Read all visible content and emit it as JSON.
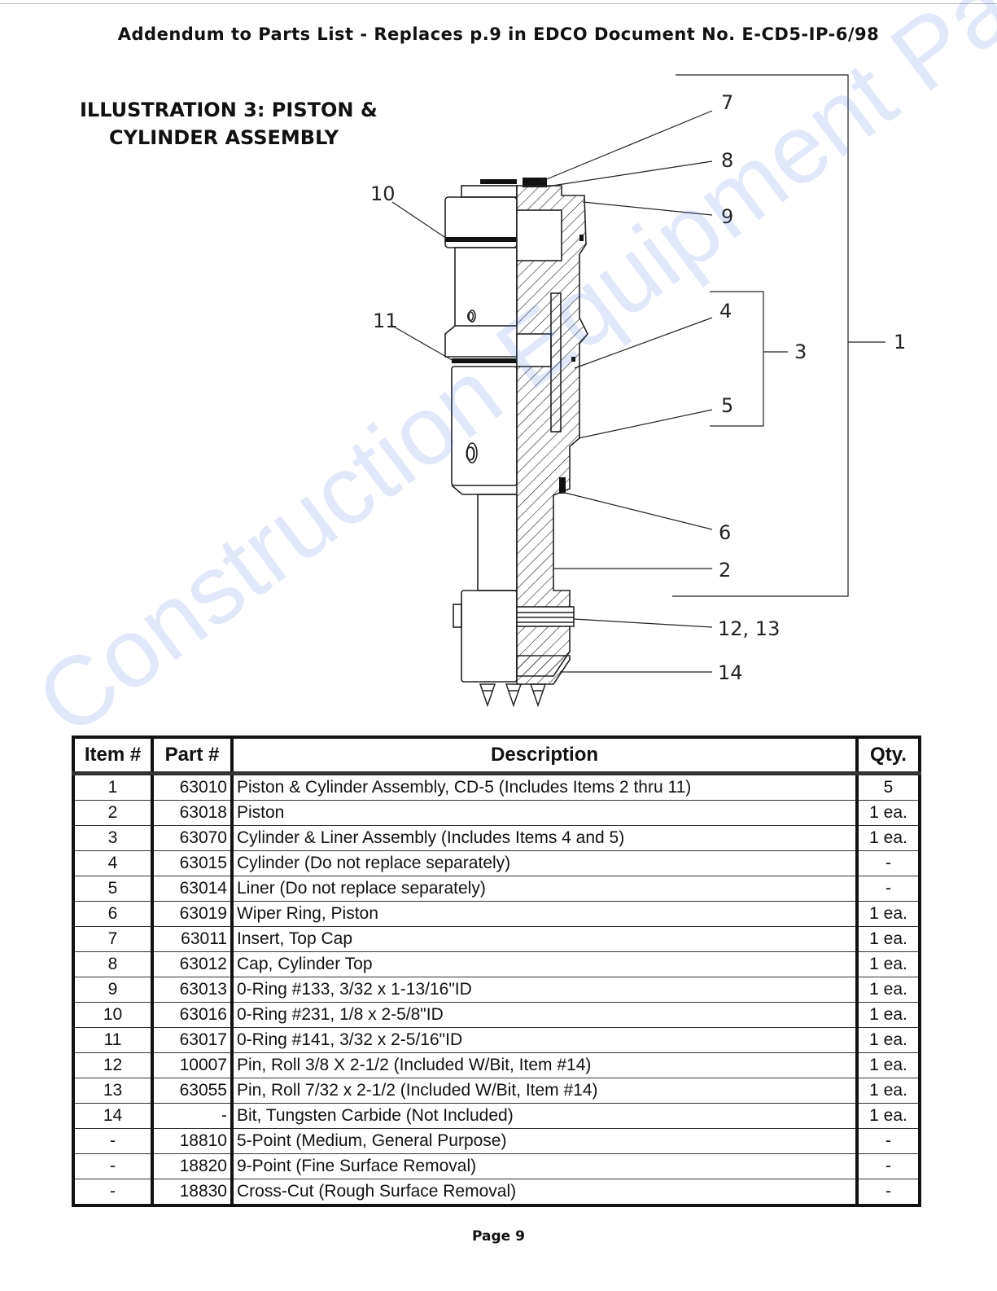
{
  "header": "Addendum to Parts List - Replaces p.9 in EDCO Document No. E-CD5-IP-6/98",
  "illustration_title": [
    "ILLUSTRATION 3: PISTON &",
    "CYLINDER ASSEMBLY"
  ],
  "callouts": {
    "c1": "1",
    "c2": "2",
    "c3": "3",
    "c4": "4",
    "c5": "5",
    "c6": "6",
    "c7": "7",
    "c8": "8",
    "c9": "9",
    "c10": "10",
    "c11": "11",
    "c12_13": "12,  13",
    "c14": "14",
    "marking_top": "0",
    "marking_bottom": "0"
  },
  "table": {
    "headers": {
      "item": "Item #",
      "part": "Part #",
      "description": "Description",
      "qty": "Qty."
    },
    "rows": [
      {
        "item": "1",
        "part": "63010",
        "description": "Piston & Cylinder Assembly, CD-5 (Includes Items 2 thru 11)",
        "qty": "5"
      },
      {
        "item": "2",
        "part": "63018",
        "description": "Piston",
        "qty": "1 ea."
      },
      {
        "item": "3",
        "part": "63070",
        "description": "Cylinder & Liner Assembly (Includes Items 4 and 5)",
        "qty": "1 ea."
      },
      {
        "item": "4",
        "part": "63015",
        "description": "Cylinder (Do not replace separately)",
        "qty": "-"
      },
      {
        "item": "5",
        "part": "63014",
        "description": "Liner (Do not replace separately)",
        "qty": "-"
      },
      {
        "item": "6",
        "part": "63019",
        "description": "Wiper Ring, Piston",
        "qty": "1 ea."
      },
      {
        "item": "7",
        "part": "63011",
        "description": "Insert, Top Cap",
        "qty": "1 ea."
      },
      {
        "item": "8",
        "part": "63012",
        "description": "Cap, Cylinder Top",
        "qty": "1 ea."
      },
      {
        "item": "9",
        "part": "63013",
        "description": "0-Ring #133, 3/32 x 1-13/16\"ID",
        "qty": "1 ea."
      },
      {
        "item": "10",
        "part": "63016",
        "description": "0-Ring #231, 1/8 x 2-5/8\"ID",
        "qty": "1 ea."
      },
      {
        "item": "11",
        "part": "63017",
        "description": "0-Ring #141, 3/32 x 2-5/16\"ID",
        "qty": "1 ea."
      },
      {
        "item": "12",
        "part": "10007",
        "description": "Pin, Roll 3/8 X 2-1/2 (Included W/Bit, Item #14)",
        "qty": "1 ea."
      },
      {
        "item": "13",
        "part": "63055",
        "description": "Pin, Roll 7/32 x 2-1/2 (Included W/Bit, Item #14)",
        "qty": "1 ea."
      },
      {
        "item": "14",
        "part": "-",
        "description": "Bit, Tungsten Carbide (Not Included)",
        "qty": "1 ea."
      },
      {
        "item": "-",
        "part": "18810",
        "description": "5-Point (Medium, General Purpose)",
        "qty": "-"
      },
      {
        "item": "-",
        "part": "18820",
        "description": "9-Point (Fine Surface Removal)",
        "qty": "-"
      },
      {
        "item": "-",
        "part": "18830",
        "description": "Cross-Cut (Rough Surface Removal)",
        "qty": "-"
      }
    ]
  },
  "page_number": "Page 9",
  "watermark": "Construction Equipment Parts"
}
